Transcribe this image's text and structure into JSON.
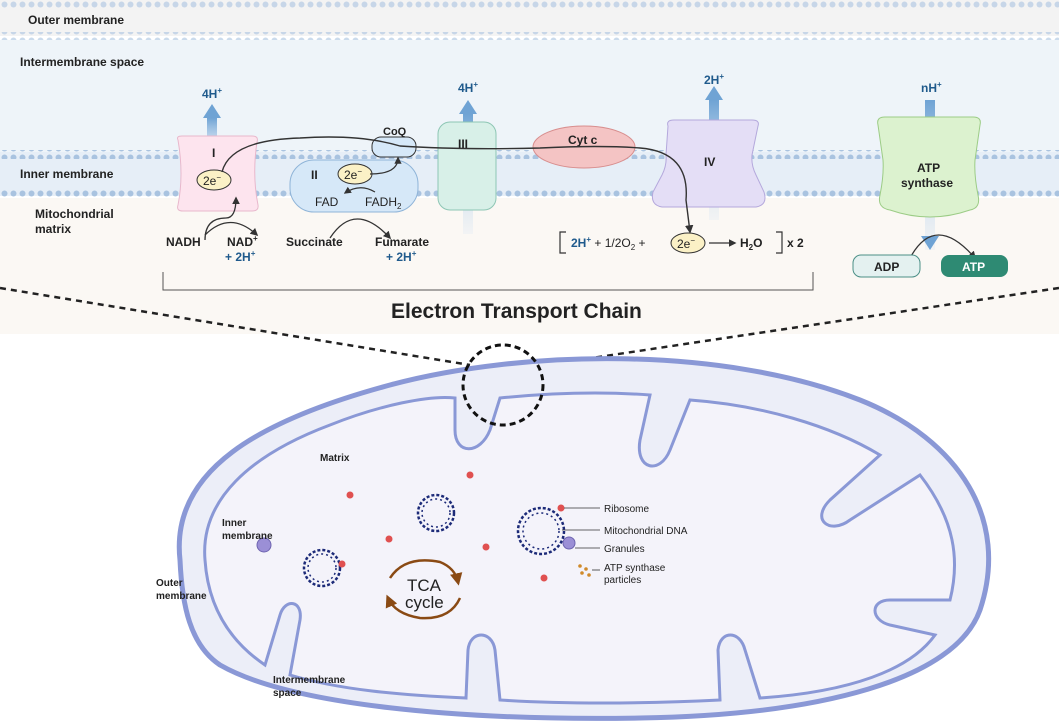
{
  "top_panel": {
    "outer_membrane": "Outer membrane",
    "intermembrane_space": "Intermembrane space",
    "inner_membrane": "Inner membrane",
    "matrix_line1": "Mitochondrial",
    "matrix_line2": "matrix"
  },
  "complexes": {
    "c1": {
      "name": "I",
      "pumped": "4H",
      "electrons": "2e",
      "substrate": "NADH",
      "product": "NAD",
      "product_h": "+ 2H"
    },
    "c2": {
      "name": "II",
      "electrons": "2e",
      "fad": "FAD",
      "fadh2": "FADH",
      "fadh2_sub": "2",
      "substrate": "Succinate",
      "product": "Fumarate",
      "product_h": "+ 2H"
    },
    "coq": "CoQ",
    "c3": {
      "name": "III",
      "pumped": "4H"
    },
    "cytc": "Cyt c",
    "c4": {
      "name": "IV",
      "pumped": "2H",
      "electrons": "2e"
    },
    "atp_synthase": {
      "line1": "ATP",
      "line2": "synthase",
      "pumped": "nH",
      "adp": "ADP",
      "atp": "ATP"
    }
  },
  "reaction": {
    "h_part": "2H",
    "o2_part": " + 1/2O",
    "o2_sub": "2",
    "plus": " +",
    "water": "H",
    "water_sub": "2",
    "water_o": "O",
    "multiplier": "x 2"
  },
  "superscripts": {
    "plus": "+",
    "minus": "−"
  },
  "etc_title": "Electron Transport Chain",
  "mito": {
    "matrix": "Matrix",
    "inner_membrane_line1": "Inner",
    "inner_membrane_line2": "membrane",
    "outer_membrane_line1": "Outer",
    "outer_membrane_line2": "membrane",
    "intermembrane_line1": "Intermembrane",
    "intermembrane_line2": "space",
    "tca_line1": "TCA",
    "tca_line2": "cycle"
  },
  "legend": {
    "ribosome": "Ribosome",
    "mtdna": "Mitochondrial DNA",
    "granules": "Granules",
    "atp_particles_line1": "ATP synthase",
    "atp_particles_line2": "particles"
  },
  "colors": {
    "complex1": "#fde4ee",
    "complex2": "#d6e8f8",
    "complex3": "#d8f0e8",
    "cytc": "#f4c4c4",
    "complex4": "#e4def6",
    "atp_synthase": "#dcf2cf",
    "proton_arrow": "#6fa3d4",
    "membrane": "#9fb7d6",
    "mito_outer": "#8a98d6",
    "mito_fill": "#eceef8",
    "dna": "#1c2a78",
    "ribosome": "#e05050",
    "granule": "#9b8fd6",
    "tca_arrow": "#8a4a14",
    "atp_btn": "#2e8a73",
    "adp_btn": "#e4f1f0"
  }
}
